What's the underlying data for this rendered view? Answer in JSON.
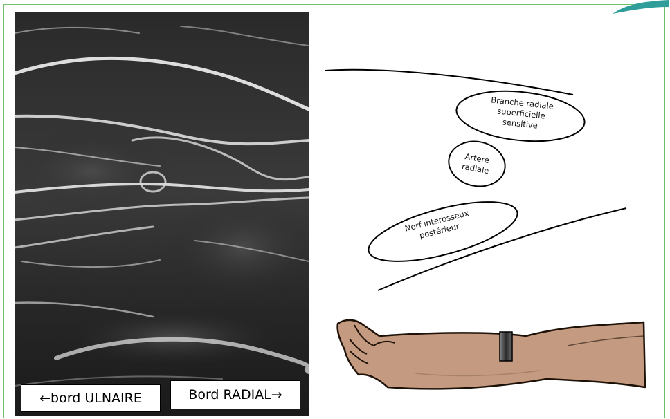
{
  "ultrasound": {
    "label_ulnar": "←bord ULNAIRE",
    "label_radial": "Bord RADIAL→"
  },
  "schematic": {
    "branch_label_line1": "Branche radiale",
    "branch_label_line2": "superficielle",
    "branch_label_line3": "sensitive",
    "artery_label_line1": "Artere",
    "artery_label_line2": "radiale",
    "nerve_label_line1": "Nerf interosseux",
    "nerve_label_line2": "postérieur"
  },
  "colors": {
    "frame": "#6fbf6a",
    "logo": "#2f9e9b",
    "skin": "#c49a80",
    "probe": "#555555"
  }
}
